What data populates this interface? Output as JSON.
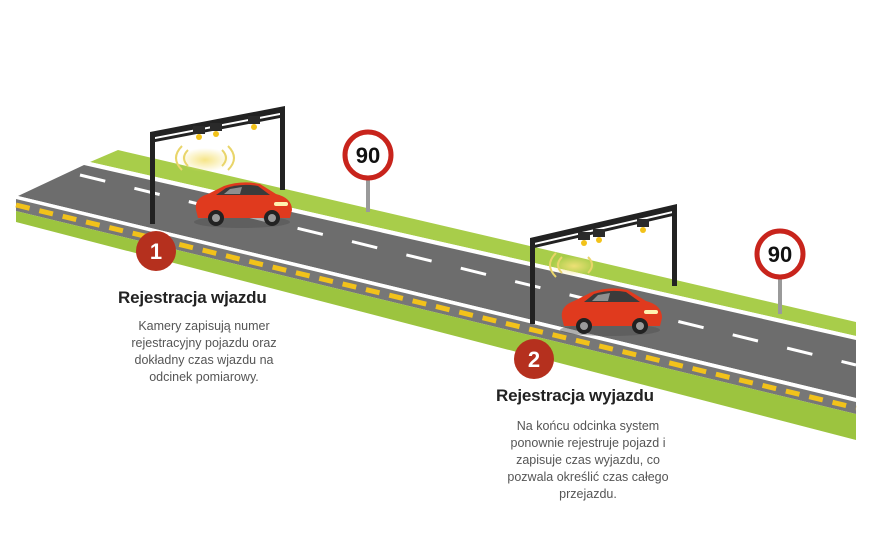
{
  "speed_signs": [
    "90",
    "90"
  ],
  "steps": [
    {
      "number": "1",
      "title": "Rejestracja wjazdu",
      "description": [
        "Kamery zapisują numer",
        "rejestracyjny pojazdu oraz",
        "dokładny czas wjazdu na",
        "odcinek pomiarowy."
      ]
    },
    {
      "number": "2",
      "title": "Rejestracja wyjazdu",
      "description": [
        "Na końcu odcinka system",
        "ponownie rejestruje pojazd i",
        "zapisuje czas wyjazdu, co",
        "pozwala określić czas całego",
        "przejazdu."
      ]
    }
  ],
  "colors": {
    "road": "#6c6c6c",
    "grass": "#9cc43f",
    "car": "#e03a1e",
    "badge": "#b5301e",
    "curb_stripe": "#f2c21a",
    "sign_ring": "#c8241c"
  }
}
